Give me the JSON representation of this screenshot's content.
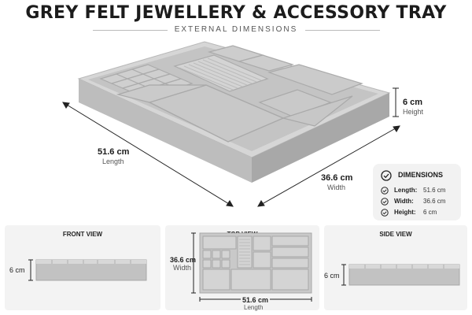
{
  "header": {
    "title": "GREY FELT JEWELLERY & ACCESSORY TRAY",
    "subtitle": "EXTERNAL DIMENSIONS"
  },
  "main_dimensions": {
    "length_value": "51.6 cm",
    "length_label": "Length",
    "width_value": "36.6 cm",
    "width_label": "Width",
    "height_value": "6 cm",
    "height_label": "Height"
  },
  "legend": {
    "title": "DIMENSIONS",
    "icon": "check-circle-icon",
    "items": [
      {
        "label": "Length:",
        "value": "51.6 cm"
      },
      {
        "label": "Width:",
        "value": "36.6 cm"
      },
      {
        "label": "Height:",
        "value": "6 cm"
      }
    ]
  },
  "views": {
    "front": {
      "title": "FRONT VIEW",
      "height_value": "6 cm"
    },
    "top": {
      "title": "TOP VIEW",
      "width_value": "36.6 cm",
      "width_label": "Width",
      "length_value": "51.6 cm",
      "length_label": "Length"
    },
    "side": {
      "title": "SIDE VIEW",
      "height_value": "6 cm"
    }
  },
  "colors": {
    "felt": "#c9c9c9",
    "felt_dark": "#a9a9a9",
    "felt_light": "#dcdcdc",
    "panel_bg": "#f3f3f3",
    "text": "#1a1a1a"
  }
}
